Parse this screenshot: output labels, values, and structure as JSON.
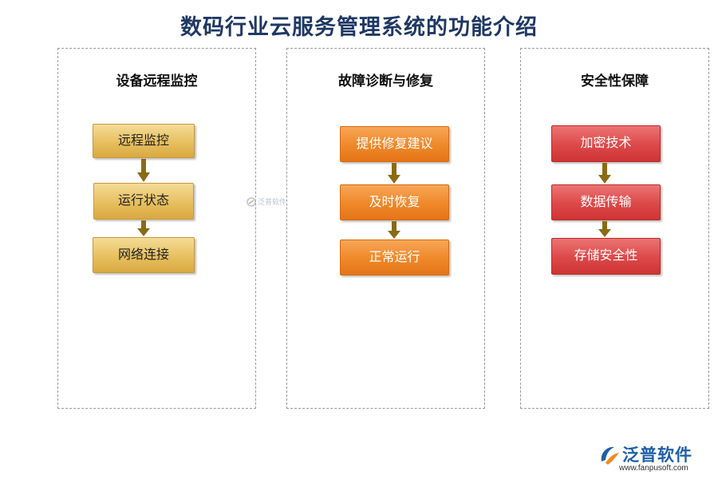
{
  "title": "数码行业云服务管理系统的功能介绍",
  "panels": [
    {
      "title": "设备远程监控",
      "color": "gold",
      "steps": [
        "远程监控",
        "运行状态",
        "网络连接"
      ]
    },
    {
      "title": "故障诊断与修复",
      "color": "orange",
      "steps": [
        "提供修复建议",
        "及时恢复",
        "正常运行"
      ]
    },
    {
      "title": "安全性保障",
      "color": "red",
      "steps": [
        "加密技术",
        "数据传输",
        "存储安全性"
      ]
    }
  ],
  "arrow_color": "#8b6a14",
  "watermark": {
    "text": "泛普软件"
  },
  "logo": {
    "name": "泛普软件",
    "url": "www.fanpusoft.com"
  }
}
